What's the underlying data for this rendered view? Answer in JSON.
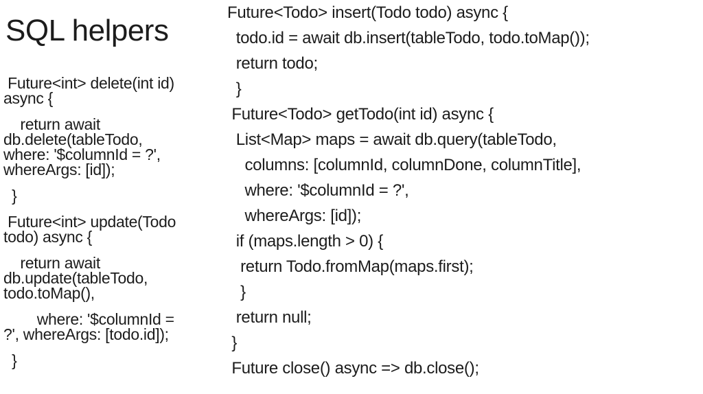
{
  "slide": {
    "title": "SQL helpers",
    "colors": {
      "background": "#ffffff",
      "text": "#1c1c1c"
    },
    "left_code": {
      "paragraphs": [
        {
          "lines": [
            " Future<int> delete(int id)",
            "async {"
          ]
        },
        {
          "lines": [
            "    return await",
            "db.delete(tableTodo,",
            "where: '$columnId = ?',",
            "whereArgs: [id]);"
          ]
        },
        {
          "lines": [
            "  }"
          ]
        },
        {
          "lines": [
            " Future<int> update(Todo",
            "todo) async {"
          ]
        },
        {
          "lines": [
            "    return await",
            "db.update(tableTodo,",
            "todo.toMap(),"
          ]
        },
        {
          "lines": [
            "        where: '$columnId =",
            "?', whereArgs: [todo.id]);"
          ]
        },
        {
          "lines": [
            "  }"
          ]
        }
      ]
    },
    "right_code": {
      "lines": [
        "Future<Todo> insert(Todo todo) async {",
        "  todo.id = await db.insert(tableTodo, todo.toMap());",
        "  return todo;",
        "  }",
        " Future<Todo> getTodo(int id) async {",
        "  List<Map> maps = await db.query(tableTodo,",
        "    columns: [columnId, columnDone, columnTitle],",
        "    where: '$columnId = ?',",
        "    whereArgs: [id]);",
        "  if (maps.length > 0) {",
        "   return Todo.fromMap(maps.first);",
        "   }",
        "  return null;",
        " }",
        " Future close() async => db.close();"
      ]
    }
  }
}
